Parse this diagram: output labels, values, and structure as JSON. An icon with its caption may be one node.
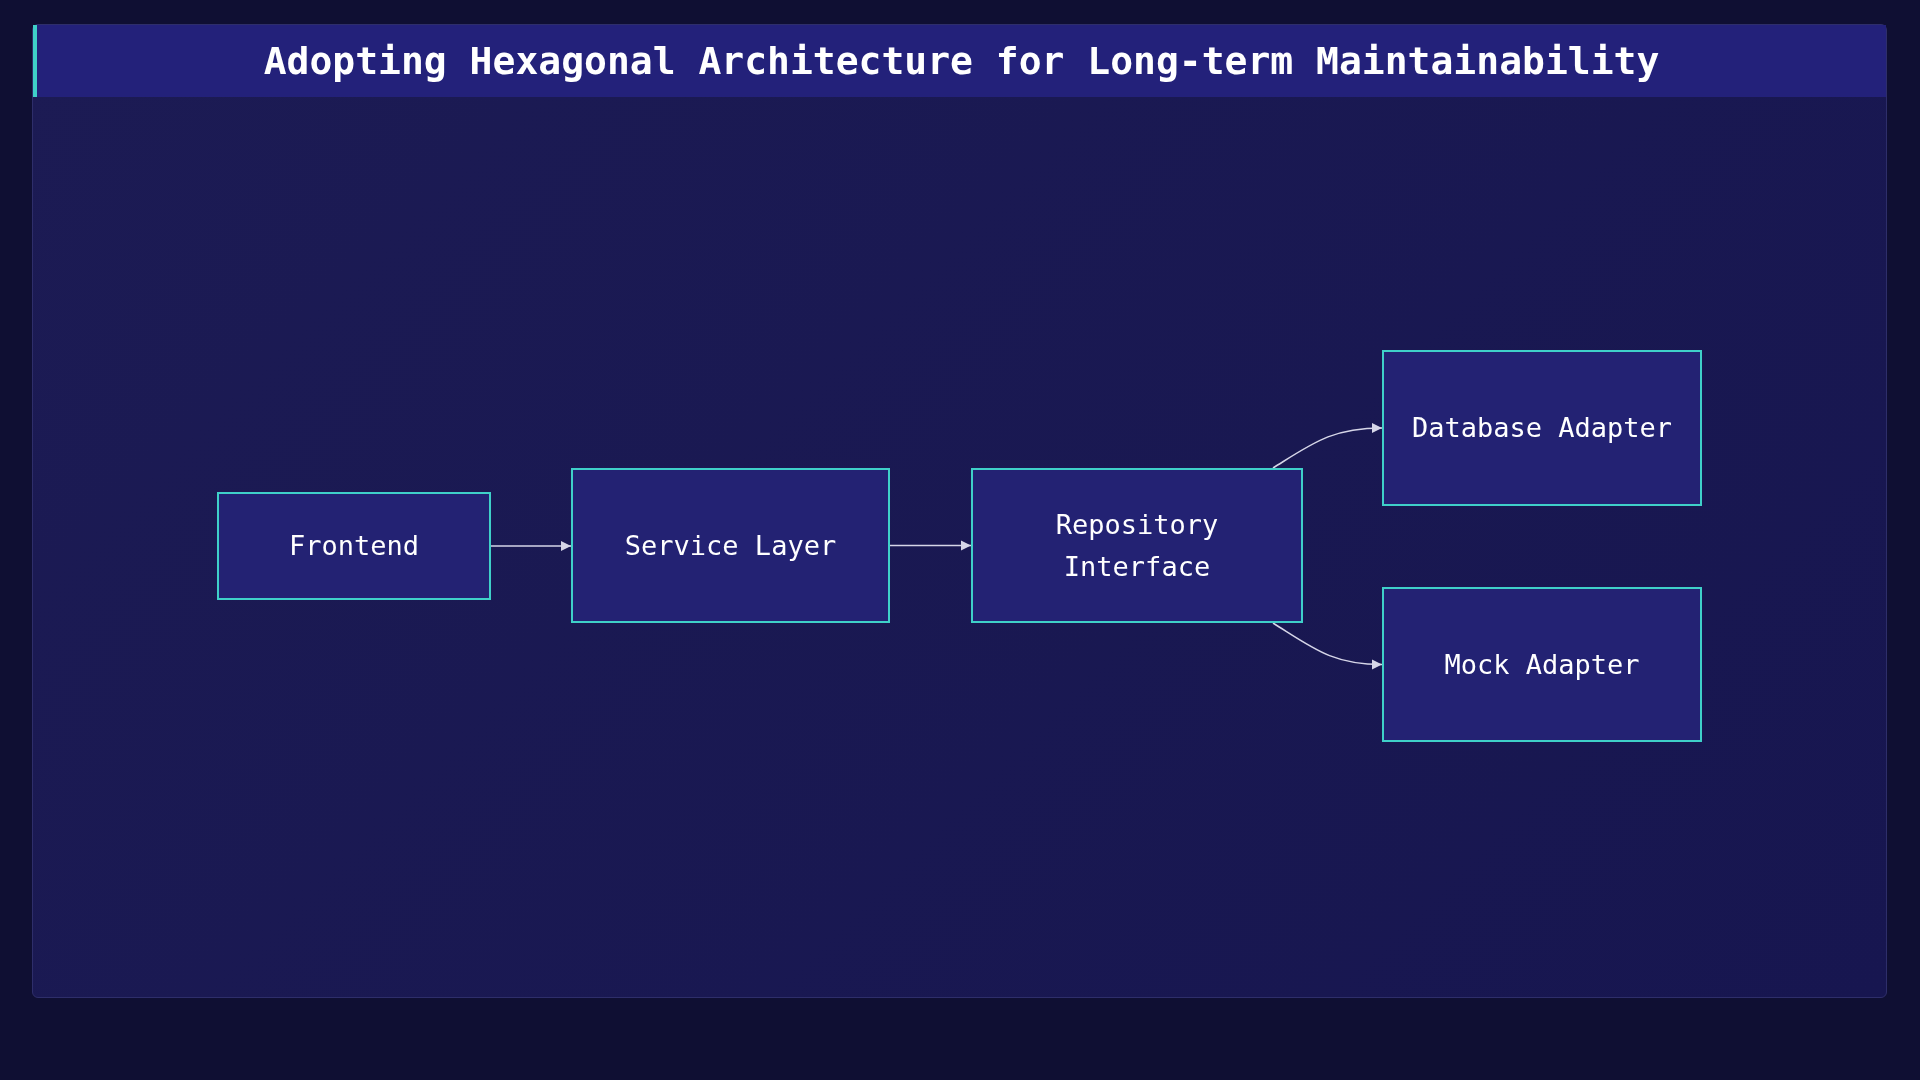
{
  "diagram": {
    "title": "Adopting Hexagonal Architecture for Long-term Maintainability",
    "nodes": [
      {
        "text": [
          "Frontend"
        ]
      },
      {
        "text": [
          "Service Layer"
        ]
      },
      {
        "text": [
          "Repository Interface"
        ]
      },
      {
        "text": [
          "Database Adapter"
        ]
      },
      {
        "text": [
          "Mock Adapter"
        ]
      }
    ],
    "edges": [
      {
        "from": 0,
        "to": 1,
        "arrow": "to"
      },
      {
        "from": 1,
        "to": 2,
        "arrow": "to"
      },
      {
        "from": 2,
        "to": 3,
        "arrow": "to"
      },
      {
        "from": 2,
        "to": 4,
        "arrow": "to"
      }
    ]
  }
}
